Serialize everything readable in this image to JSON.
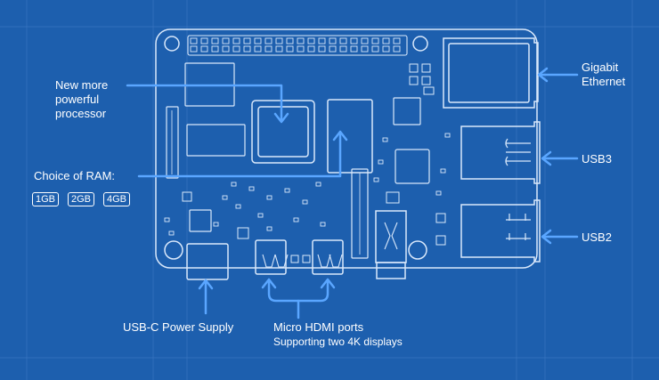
{
  "labels": {
    "processor": "New more\npowerful\nprocessor",
    "ram": "Choice of RAM:",
    "ram_options": [
      "1GB",
      "2GB",
      "4GB"
    ],
    "ethernet": "Gigabit\nEthernet",
    "usb3": "USB3",
    "usb2": "USB2",
    "usbc": "USB-C Power Supply",
    "hdmi": "Micro HDMI ports",
    "hdmi_sub": "Supporting two 4K displays"
  },
  "colors": {
    "background": "#1d5fae",
    "board_line": "#d9e8fb",
    "grid": "#4f86cf",
    "arrow": "#5aa6ff",
    "text": "#ffffff"
  }
}
